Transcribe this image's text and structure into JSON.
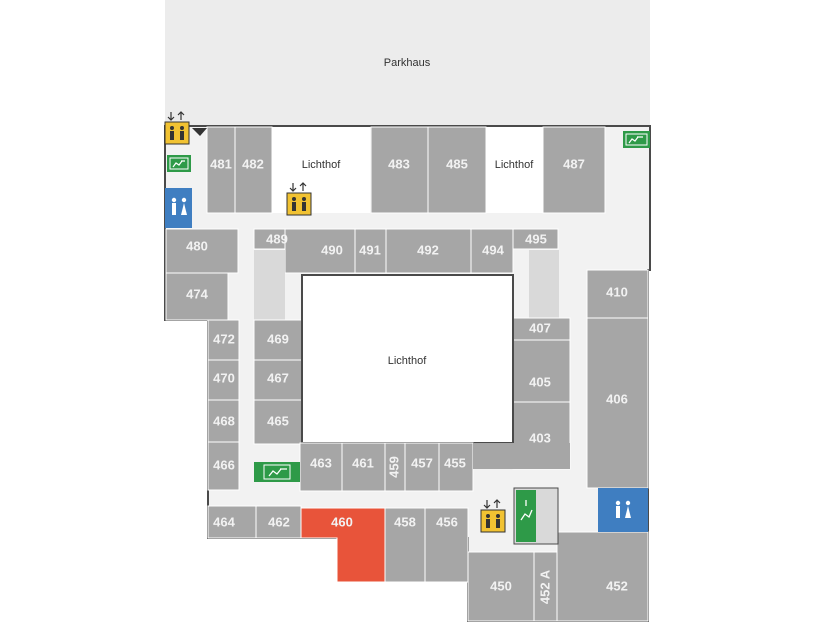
{
  "map": {
    "parking_label": "Parkhaus",
    "courtyards": [
      "Lichthof",
      "Lichthof",
      "Lichthof"
    ],
    "highlighted_room": "460",
    "rooms": [
      "481",
      "482",
      "483",
      "485",
      "487",
      "489",
      "490",
      "491",
      "492",
      "494",
      "495",
      "480",
      "474",
      "410",
      "472",
      "469",
      "407",
      "470",
      "467",
      "405",
      "406",
      "468",
      "465",
      "403",
      "466",
      "463",
      "461",
      "459",
      "457",
      "455",
      "464",
      "462",
      "460",
      "458",
      "456",
      "450",
      "452 A",
      "452"
    ],
    "icons": {
      "elevator": "elevator-icon",
      "emergency_exit": "emergency-exit-icon",
      "restroom": "restroom-icon",
      "stairs": "stairs-icon"
    },
    "colors": {
      "room": "#a6a6a6",
      "corridor": "#f2f2f2",
      "highlight": "#e8543a",
      "restroom": "#3f7ec1",
      "exit": "#2e9a48",
      "elevator": "#f1c232"
    }
  }
}
